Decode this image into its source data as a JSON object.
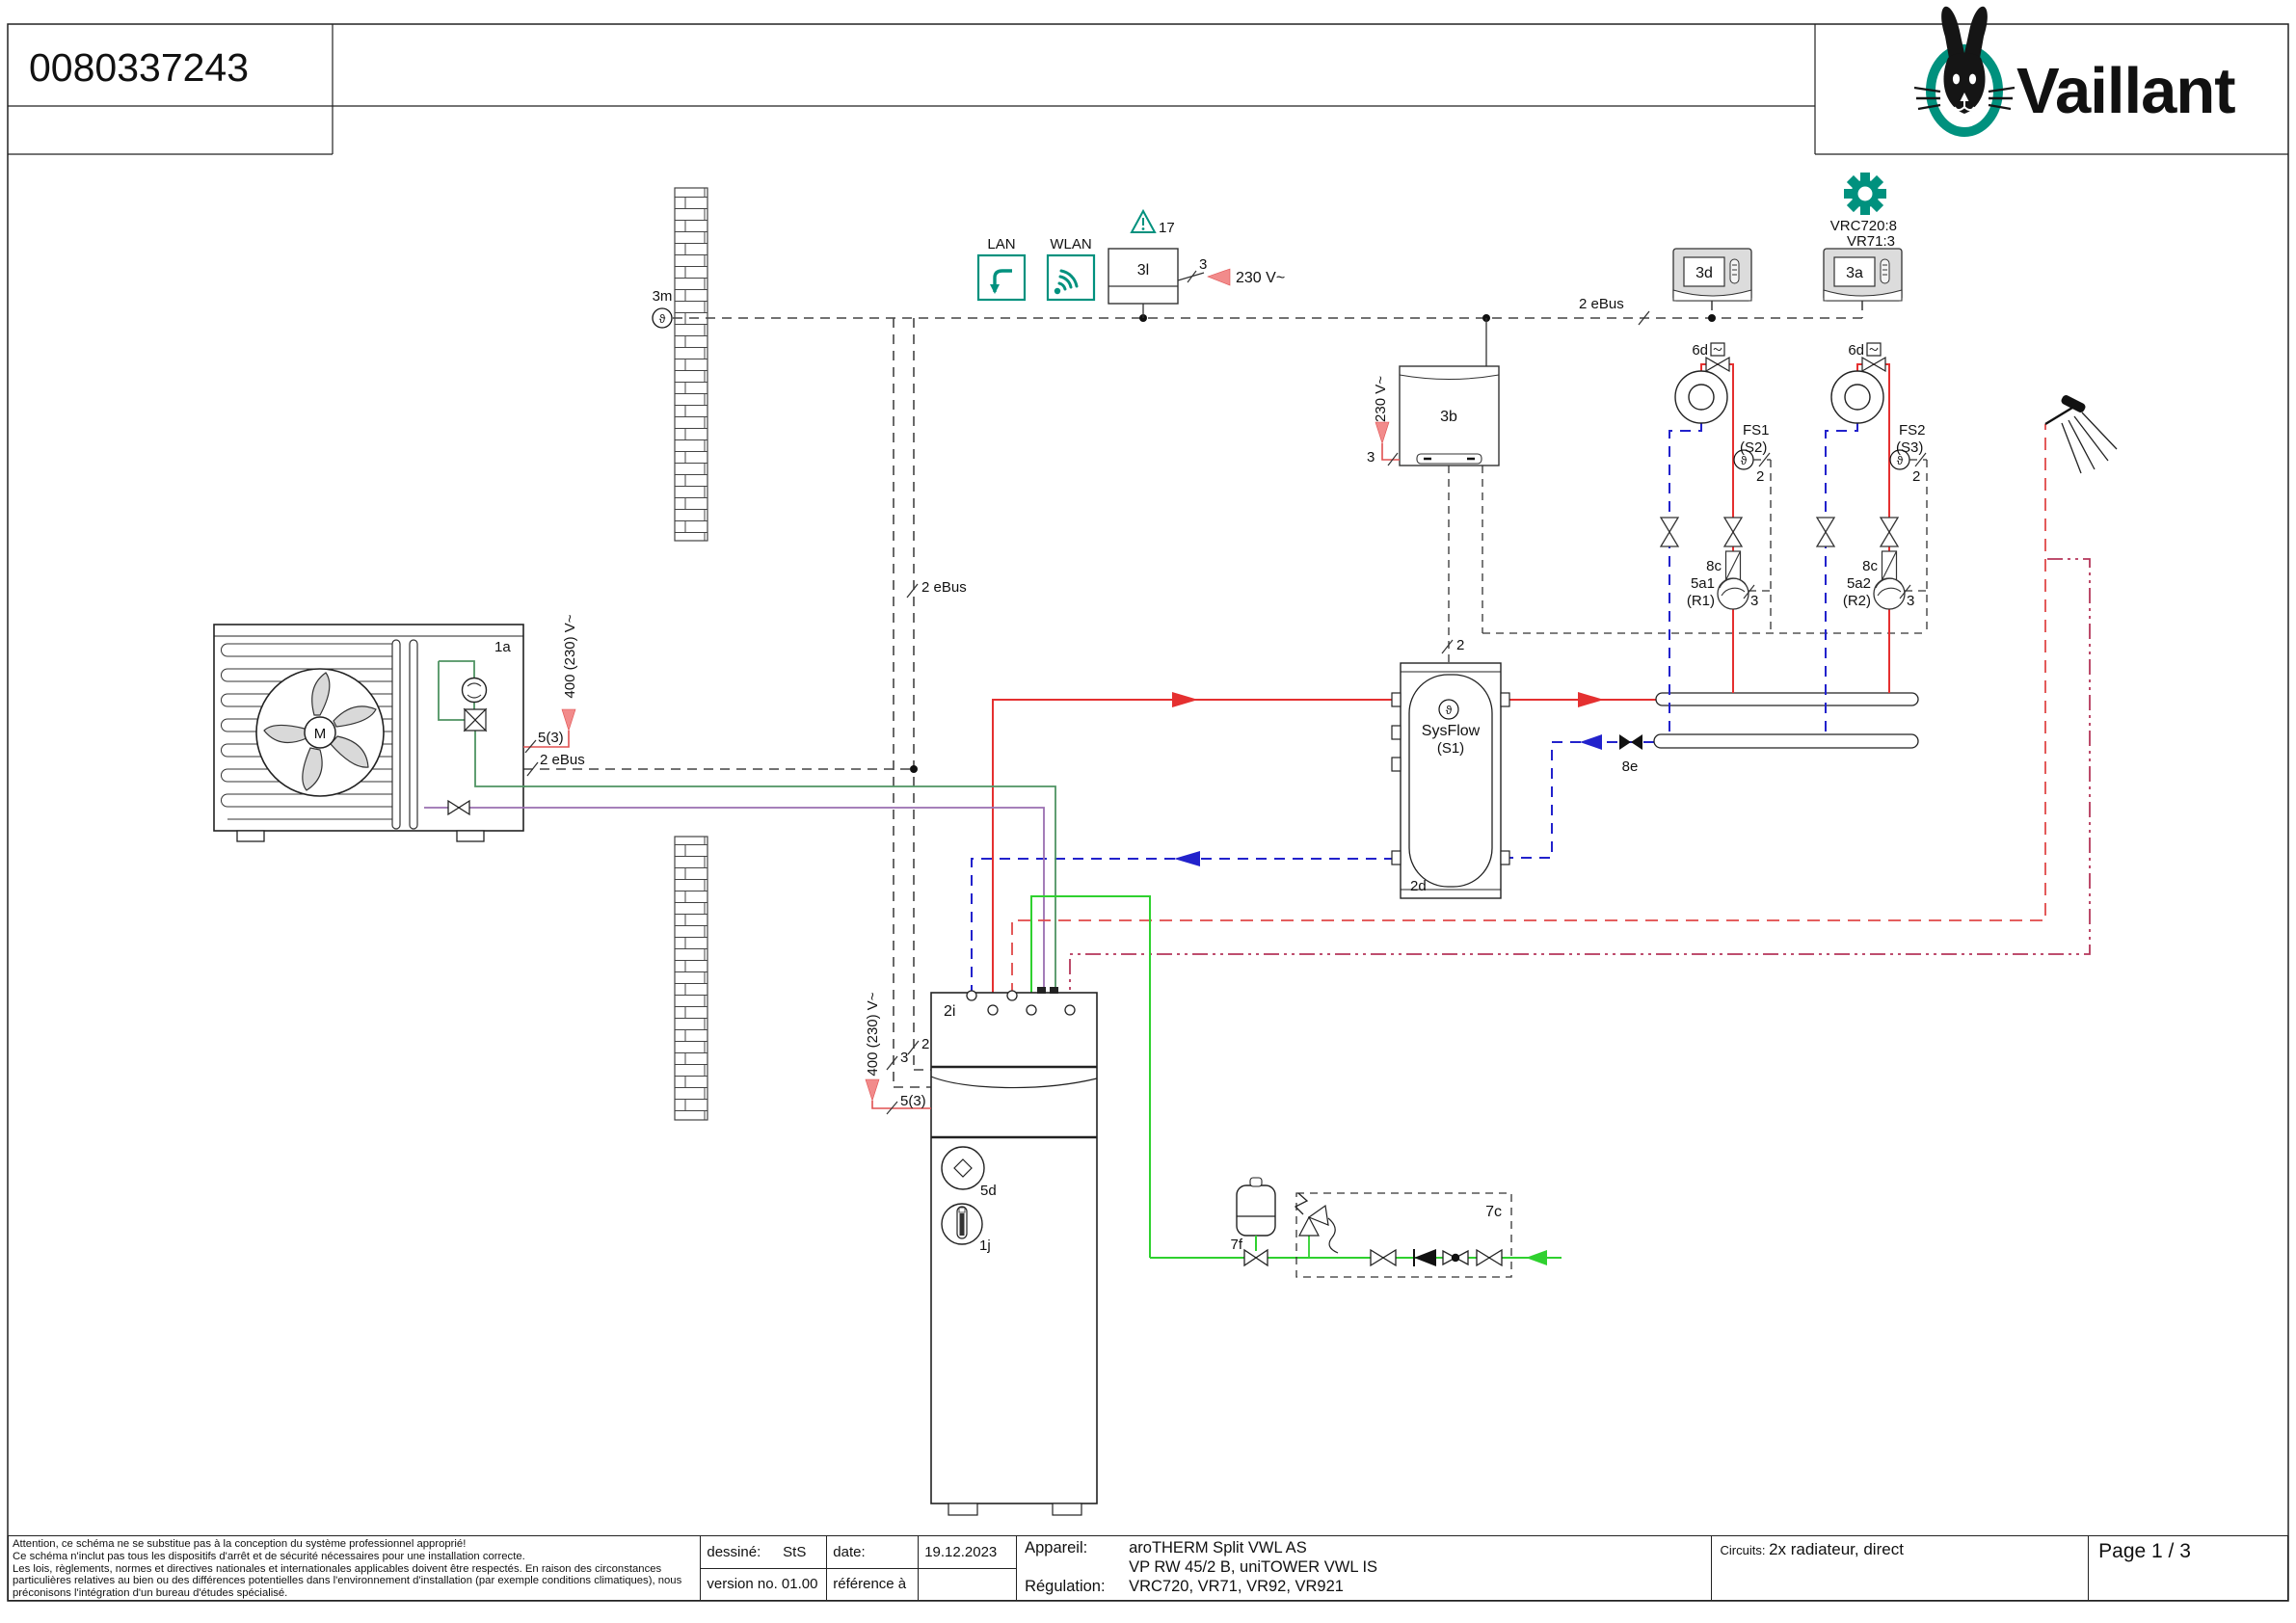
{
  "header": {
    "doc_number": "0080337243",
    "brand": "Vaillant"
  },
  "colors": {
    "brand": "#00917e",
    "supply": "#e53030",
    "return": "#2222cc",
    "cold_water": "#2fd12f",
    "dhw": "#e04848",
    "circulation": "#b5365a",
    "refrigerant": "#4f9362",
    "refrigerant2": "#9a6fb0",
    "power_arrow": "#f28b8b"
  },
  "diagram": {
    "outdoor_unit": "1a",
    "motor": "M",
    "outdoor_power": "400 (230) V~",
    "outdoor_power_wires": "5(3)",
    "outdoor_ebus": "2 eBus",
    "outdoor_sensor": "3m",
    "sensor_symbol": "ϑ",
    "lan": "LAN",
    "wlan": "WLAN",
    "warning_note": "17",
    "gateway": "3l",
    "gateway_wires": "3",
    "gateway_power": "230 V~",
    "ebus_label": "2 eBus",
    "ebus_drop_label": "2 eBus",
    "controller_stack1": "VRC720:8",
    "controller_stack2": "VR71:3",
    "remote1": "3d",
    "remote2": "3a",
    "wiring_center": "3b",
    "wiring_power": "230 V~",
    "wiring_wires": "3",
    "wiring_sensor_wire": "2",
    "tank_label": "SysFlow",
    "tank_sensor": "(S1)",
    "tank_id": "2d",
    "indoor_unit": "2i",
    "indoor_power": "400 (230) V~",
    "indoor_power_wires": "5(3)",
    "indoor_wire3": "3",
    "indoor_wire2": "2",
    "indoor_pump": "5d",
    "indoor_thermometer": "1j",
    "bypass": "8e",
    "expansion": "7f",
    "safety_group": "7c",
    "c1": {
      "valve": "6d",
      "sensor": "FS1",
      "sensor_ref": "(S2)",
      "wire": "2",
      "filter": "8c",
      "pump": "5a1",
      "pump_ref": "(R1)",
      "pump_wires": "3"
    },
    "c2": {
      "valve": "6d",
      "sensor": "FS2",
      "sensor_ref": "(S3)",
      "wire": "2",
      "filter": "8c",
      "pump": "5a2",
      "pump_ref": "(R2)",
      "pump_wires": "3"
    }
  },
  "titleblock": {
    "legal": [
      "Attention, ce schéma ne se substitue pas à la conception du système professionnel approprié!",
      "Ce schéma n'inclut pas tous les dispositifs d'arrêt et de sécurité nécessaires pour une installation corre­cte.",
      "Les lois, règlements, normes et directives nationales et internationales applicables doivent être respectés. En raison des circonstances",
      "particulières relatives au bien ou des différences potentielles dans l'environnement d'installation (par exemple conditions climatiques), nous",
      "préconisons l'intégration d'un bureau d'études spécialisé."
    ],
    "drawn_label": "dessiné:",
    "drawn": "StS",
    "date_label": "date:",
    "date": "19.12.2023",
    "version": "version no. 01.00",
    "reference": "référence à",
    "device_label": "Appareil:",
    "device_line1": "aroTHERM Split VWL AS",
    "device_line2": "VP RW 45/2 B, uniTOWER VWL IS",
    "regulation_label": "Régulation:",
    "regulation": "VRC720, VR71, VR92, VR921",
    "circuits_label": "Circuits:",
    "circuits": "2x radiateur, direct",
    "page": "Page 1 / 3"
  }
}
